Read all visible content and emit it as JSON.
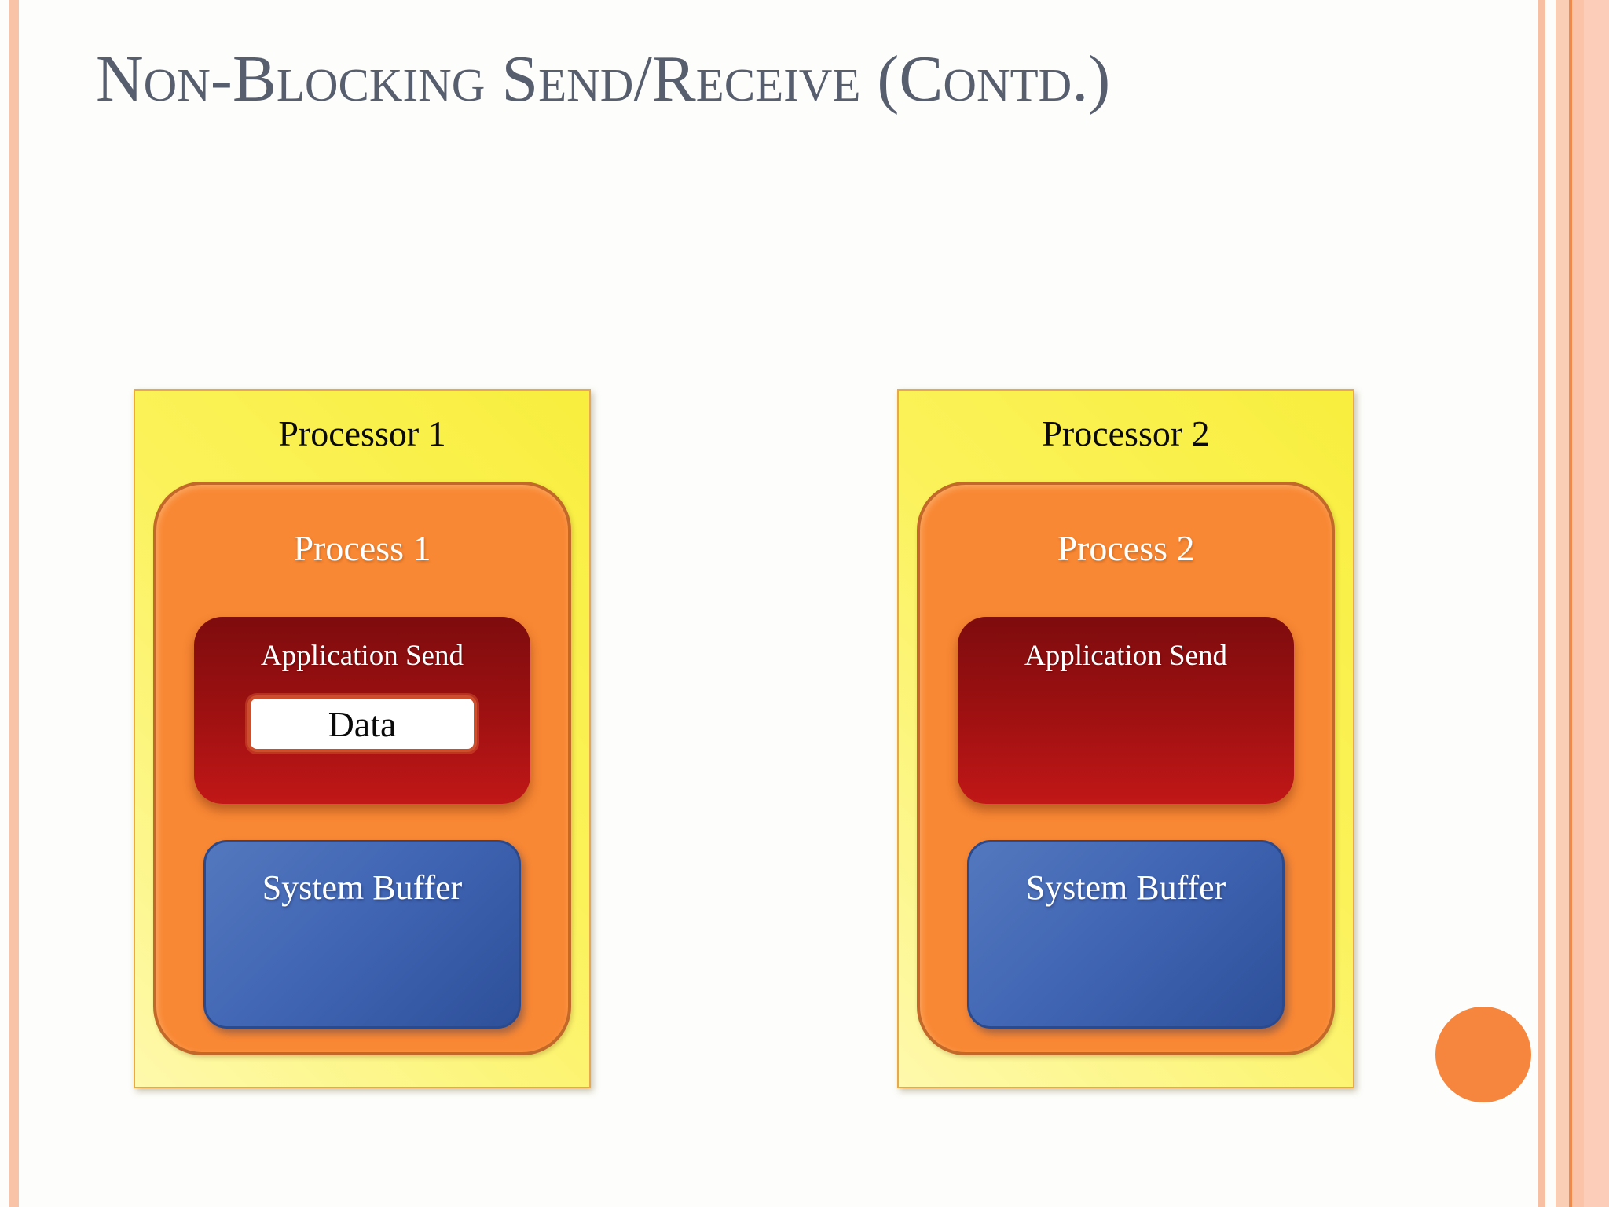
{
  "slide": {
    "title": "Non-Blocking Send/Receive (Contd.)"
  },
  "processors": [
    {
      "title": "Processor 1",
      "process": {
        "title": "Process 1",
        "application_send": {
          "label": "Application Send",
          "data_chip": "Data"
        },
        "system_buffer": {
          "label": "System Buffer"
        }
      }
    },
    {
      "title": "Processor 2",
      "process": {
        "title": "Process 2",
        "application_send": {
          "label": "Application Send"
        },
        "system_buffer": {
          "label": "System Buffer"
        }
      }
    }
  ],
  "decorations": {
    "left_stripe_color": "#F9C3A8",
    "right_stripe_colors": [
      "#F8BFA3",
      "#FACDB5",
      "#EF8A4A",
      "#FBC4A8",
      "#FCCDB8"
    ],
    "page_marker_circle_color": "#F6863E"
  },
  "colors": {
    "title_text": "#575E6D",
    "processor_fill_light": "#FEF9AC",
    "processor_fill_dark": "#F8EE3E",
    "processor_border": "#E7A94A",
    "process_fill": "#F98834",
    "process_border": "#C2692A",
    "application_send_top": "#7E0C0E",
    "application_send_bottom": "#C11717",
    "data_chip_border": "#CC4F2D",
    "system_buffer_light": "#5478BE",
    "system_buffer_dark": "#2E509A"
  }
}
